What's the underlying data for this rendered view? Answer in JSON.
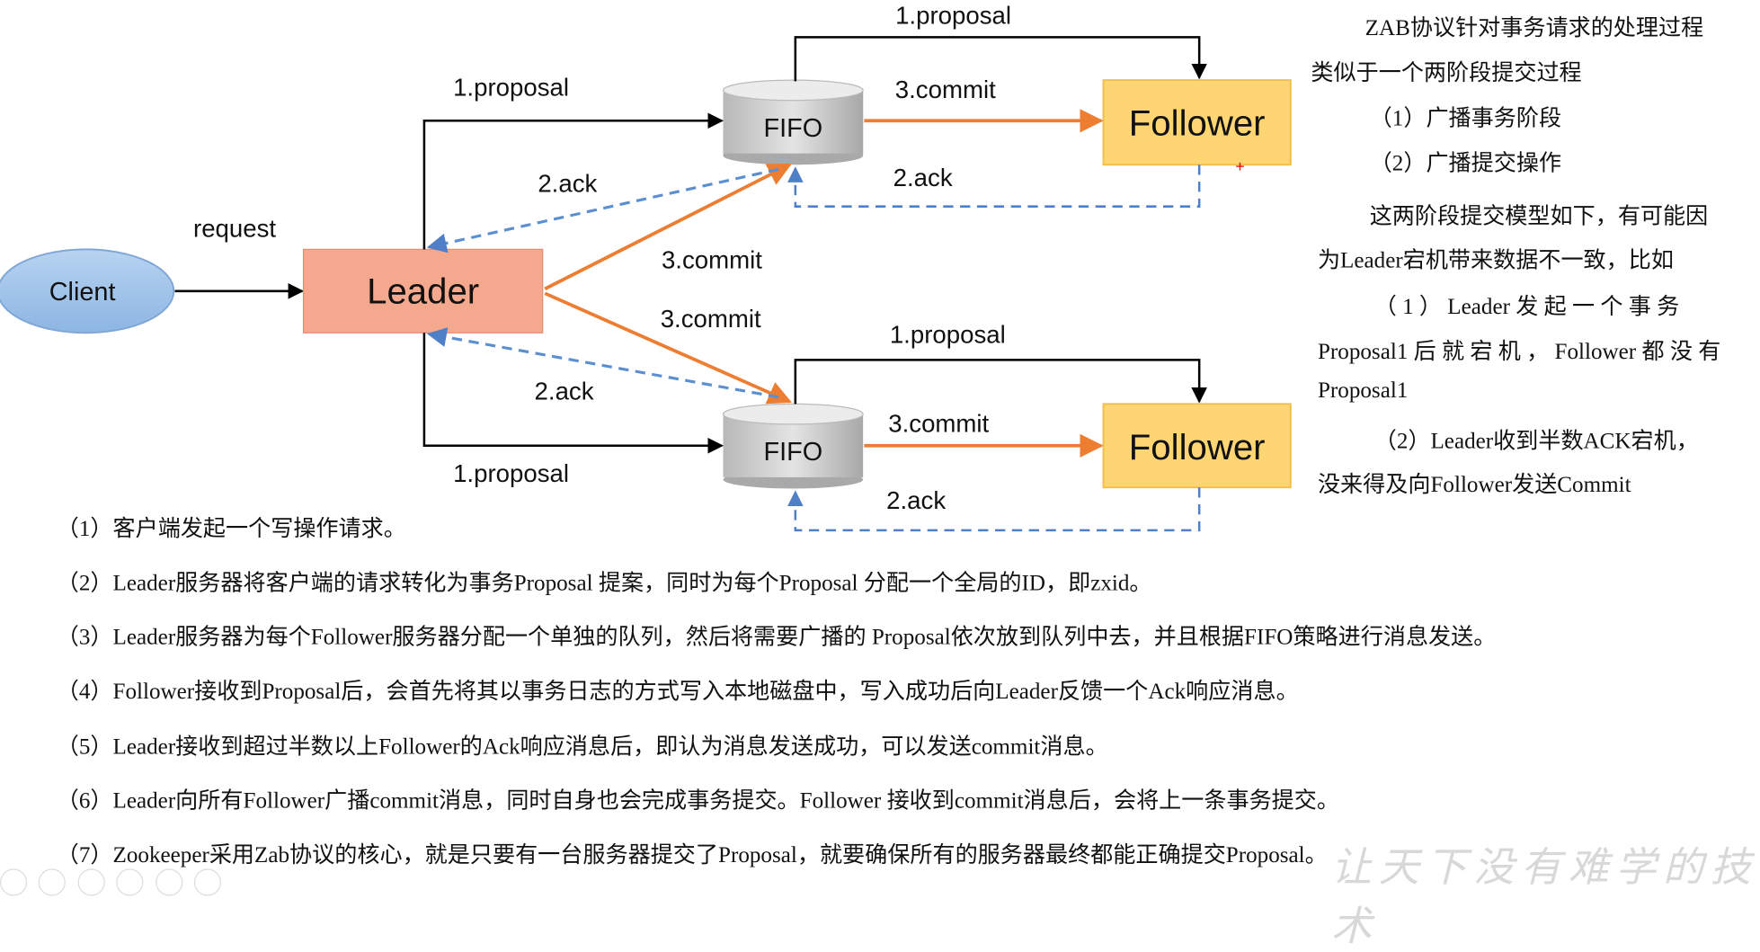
{
  "diagram": {
    "client": "Client",
    "leader": "Leader",
    "request": "request",
    "fifo": "FIFO",
    "follower": "Follower",
    "proposal": "1.proposal",
    "ack": "2.ack",
    "commit": "3.commit"
  },
  "side_text": [
    "ZAB协议针对事务请求的处理过程",
    "类似于一个两阶段提交过程",
    "（1）广播事务阶段",
    "（2）广播提交操作",
    "这两阶段提交模型如下，有可能因",
    "为Leader宕机带来数据不一致，比如",
    "（ 1 ） Leader 发 起 一 个 事 务",
    "Proposal1 后 就 宕 机 ， Follower 都 没 有",
    "Proposal1",
    "（2）Leader收到半数ACK宕机，",
    "没来得及向Follower发送Commit"
  ],
  "steps": [
    "（1）客户端发起一个写操作请求。",
    "（2）Leader服务器将客户端的请求转化为事务Proposal 提案，同时为每个Proposal 分配一个全局的ID，即zxid。",
    "（3）Leader服务器为每个Follower服务器分配一个单独的队列，然后将需要广播的 Proposal依次放到队列中去，并且根据FIFO策略进行消息发送。",
    "（4）Follower接收到Proposal后，会首先将其以事务日志的方式写入本地磁盘中，写入成功后向Leader反馈一个Ack响应消息。",
    "（5）Leader接收到超过半数以上Follower的Ack响应消息后，即认为消息发送成功，可以发送commit消息。",
    "（6）Leader向所有Follower广播commit消息，同时自身也会完成事务提交。Follower 接收到commit消息后，会将上一条事务提交。",
    "（7）Zookeeper采用Zab协议的核心，就是只要有一台服务器提交了Proposal，就要确保所有的服务器最终都能正确提交Proposal。"
  ],
  "watermark": "让天下没有难学的技术",
  "colors": {
    "leader_fill": "#f4a98e",
    "follower_fill": "#fdd572",
    "client_fill": "#9dc3e6",
    "commit_arrow": "#ed7d31",
    "ack_arrow": "#5b8fd0"
  }
}
